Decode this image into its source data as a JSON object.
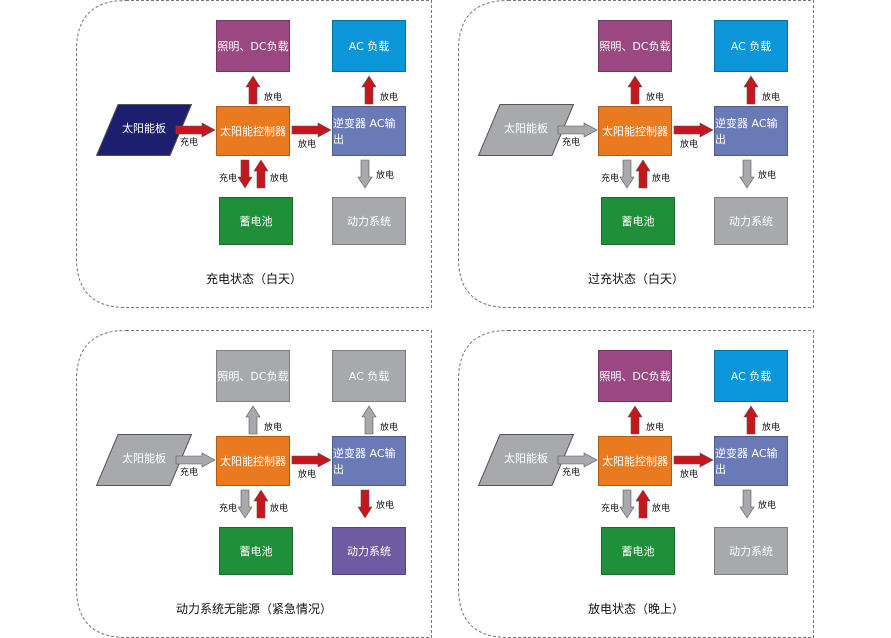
{
  "colors": {
    "red": "#c8161d",
    "gray": "#a7a9ac",
    "panel_dark": "#1e1e6f",
    "panel_gray": "#a7a9ac",
    "controller": "#ea7a1f",
    "inverter": "#6a7ab7",
    "lighting": "#9b4782",
    "ac_load": "#0a96d8",
    "battery": "#1f8f3a",
    "power_active": "#6e5ca3",
    "inactive": "#a7a9ac"
  },
  "panels": [
    {
      "caption": "充电状态（白天）",
      "solar": {
        "label": "太阳能板",
        "active": true
      },
      "controller": {
        "label": "太阳能控制器"
      },
      "lighting": {
        "label": "照明、DC负载",
        "active": true
      },
      "ac_load": {
        "label": "AC 负载",
        "active": true
      },
      "inverter": {
        "label": "逆变器 AC输出"
      },
      "battery": {
        "label": "蓄电池"
      },
      "power": {
        "label": "动力系统",
        "active": false
      },
      "arrows": {
        "solar_to_ctrl": {
          "label": "充电",
          "active": true
        },
        "ctrl_to_light": {
          "label": "放电",
          "active": true
        },
        "inv_to_ac": {
          "label": "放电",
          "active": true
        },
        "ctrl_to_inv": {
          "label": "放电",
          "active": true
        },
        "ctrl_to_batt": {
          "label": "充电",
          "active": true
        },
        "batt_to_ctrl": {
          "label": "放电",
          "active": true
        },
        "inv_to_power": {
          "label": "放电",
          "active": false
        }
      }
    },
    {
      "caption": "过充状态（白天）",
      "solar": {
        "label": "太阳能板",
        "active": false
      },
      "controller": {
        "label": "太阳能控制器"
      },
      "lighting": {
        "label": "照明、DC负载",
        "active": true
      },
      "ac_load": {
        "label": "AC 负载",
        "active": true
      },
      "inverter": {
        "label": "逆变器 AC输出"
      },
      "battery": {
        "label": "蓄电池"
      },
      "power": {
        "label": "动力系统",
        "active": false
      },
      "arrows": {
        "solar_to_ctrl": {
          "label": "充电",
          "active": false
        },
        "ctrl_to_light": {
          "label": "放电",
          "active": true
        },
        "inv_to_ac": {
          "label": "放电",
          "active": true
        },
        "ctrl_to_inv": {
          "label": "放电",
          "active": true
        },
        "ctrl_to_batt": {
          "label": "充电",
          "active": false
        },
        "batt_to_ctrl": {
          "label": "放电",
          "active": true
        },
        "inv_to_power": {
          "label": "放电",
          "active": false
        }
      }
    },
    {
      "caption": "动力系统无能源（紧急情况）",
      "solar": {
        "label": "太阳能板",
        "active": false
      },
      "controller": {
        "label": "太阳能控制器"
      },
      "lighting": {
        "label": "照明、DC负载",
        "active": false
      },
      "ac_load": {
        "label": "AC 负载",
        "active": false
      },
      "inverter": {
        "label": "逆变器 AC输出"
      },
      "battery": {
        "label": "蓄电池"
      },
      "power": {
        "label": "动力系统",
        "active": true
      },
      "arrows": {
        "solar_to_ctrl": {
          "label": "充电",
          "active": false
        },
        "ctrl_to_light": {
          "label": "放电",
          "active": false
        },
        "inv_to_ac": {
          "label": "放电",
          "active": false
        },
        "ctrl_to_inv": {
          "label": "放电",
          "active": true
        },
        "ctrl_to_batt": {
          "label": "充电",
          "active": false
        },
        "batt_to_ctrl": {
          "label": "放电",
          "active": true
        },
        "inv_to_power": {
          "label": "放电",
          "active": true
        }
      }
    },
    {
      "caption": "放电状态（晚上）",
      "solar": {
        "label": "太阳能板",
        "active": false
      },
      "controller": {
        "label": "太阳能控制器"
      },
      "lighting": {
        "label": "照明、DC负载",
        "active": true
      },
      "ac_load": {
        "label": "AC 负载",
        "active": true
      },
      "inverter": {
        "label": "逆变器 AC输出"
      },
      "battery": {
        "label": "蓄电池"
      },
      "power": {
        "label": "动力系统",
        "active": false
      },
      "arrows": {
        "solar_to_ctrl": {
          "label": "充电",
          "active": false
        },
        "ctrl_to_light": {
          "label": "放电",
          "active": true
        },
        "inv_to_ac": {
          "label": "放电",
          "active": true
        },
        "ctrl_to_inv": {
          "label": "放电",
          "active": true
        },
        "ctrl_to_batt": {
          "label": "充电",
          "active": false
        },
        "batt_to_ctrl": {
          "label": "放电",
          "active": true
        },
        "inv_to_power": {
          "label": "放电",
          "active": false
        }
      }
    }
  ]
}
